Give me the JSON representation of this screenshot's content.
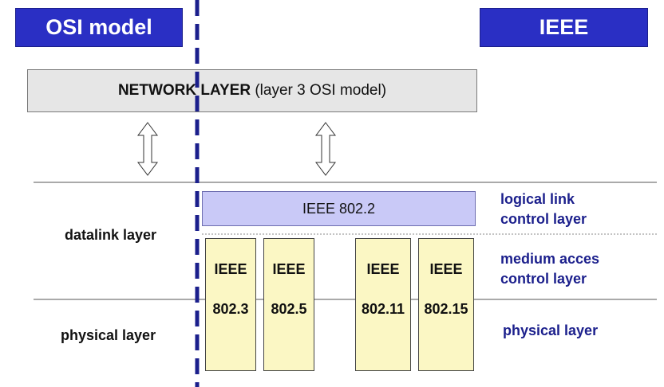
{
  "header": {
    "left_title": "OSI model",
    "right_title": "IEEE"
  },
  "network_layer": {
    "bold": "NETWORK LAYER",
    "rest": " (layer 3 OSI model)"
  },
  "left_labels": {
    "datalink": "datalink layer",
    "physical": "physical layer"
  },
  "llc_box": "IEEE 802.2",
  "mac_boxes": [
    {
      "line1": "IEEE",
      "line2": "802.3"
    },
    {
      "line1": "IEEE",
      "line2": "802.5"
    },
    {
      "line1": "IEEE",
      "line2": "802.11"
    },
    {
      "line1": "IEEE",
      "line2": "802.15"
    }
  ],
  "right_labels": {
    "llc_line1": "logical link",
    "llc_line2": "control layer",
    "mac_line1": "medium acces",
    "mac_line2": "control layer",
    "physical": "physical layer"
  },
  "colors": {
    "header_blue": "#2a2fc4",
    "divider": "#1b1f8c",
    "llc_fill": "#c9c9f7",
    "mac_fill": "#fbf7c4"
  }
}
